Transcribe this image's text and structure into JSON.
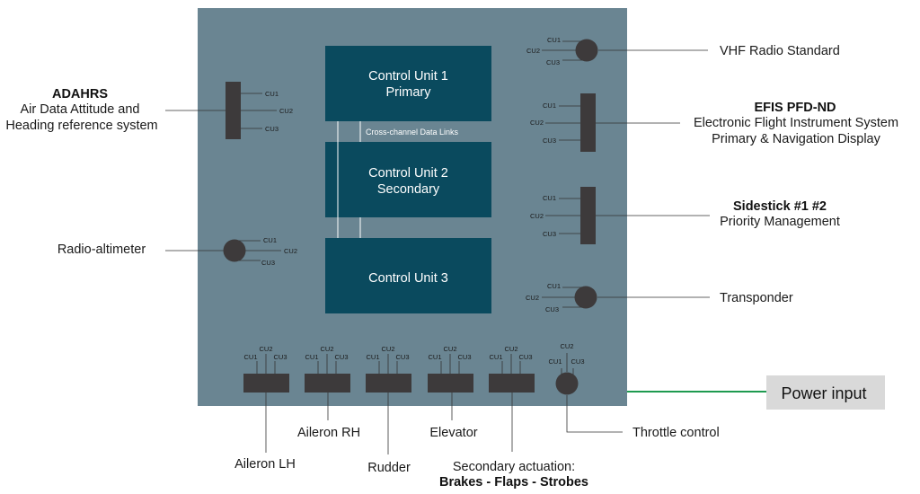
{
  "control_units": {
    "cu1": {
      "line1": "Control Unit 1",
      "line2": "Primary"
    },
    "cu2": {
      "line1": "Control Unit 2",
      "line2": "Secondary"
    },
    "cu3": {
      "line1": "Control Unit 3"
    }
  },
  "cross_channel_label": "Cross-channel Data Links",
  "connector_labels": {
    "cu1": "CU1",
    "cu2": "CU2",
    "cu3": "CU3"
  },
  "left": {
    "adahrs": {
      "title": "ADAHRS",
      "line1": "Air Data Attitude and",
      "line2": "Heading reference system"
    },
    "radio_altimeter": {
      "label": "Radio-altimeter"
    }
  },
  "right": {
    "vhf": {
      "label": "VHF Radio Standard"
    },
    "efis": {
      "title": "EFIS PFD-ND",
      "line1": "Electronic Flight Instrument System",
      "line2": "Primary & Navigation Display"
    },
    "sidestick": {
      "title": "Sidestick #1 #2",
      "line1": "Priority Management"
    },
    "transponder": {
      "label": "Transponder"
    }
  },
  "bottom": {
    "aileron_lh": "Aileron LH",
    "aileron_rh": "Aileron RH",
    "rudder": "Rudder",
    "elevator": "Elevator",
    "secondary": {
      "line1": "Secondary actuation:",
      "line2": "Brakes - Flaps - Strobes"
    },
    "throttle": "Throttle control"
  },
  "power_input": {
    "label": "Power input"
  },
  "colors": {
    "panel": "#6a8592",
    "control_unit": "#0a4a5e",
    "connector": "#3d3a3b",
    "power_line": "#1e9a50",
    "power_box": "#d9d9d9"
  }
}
